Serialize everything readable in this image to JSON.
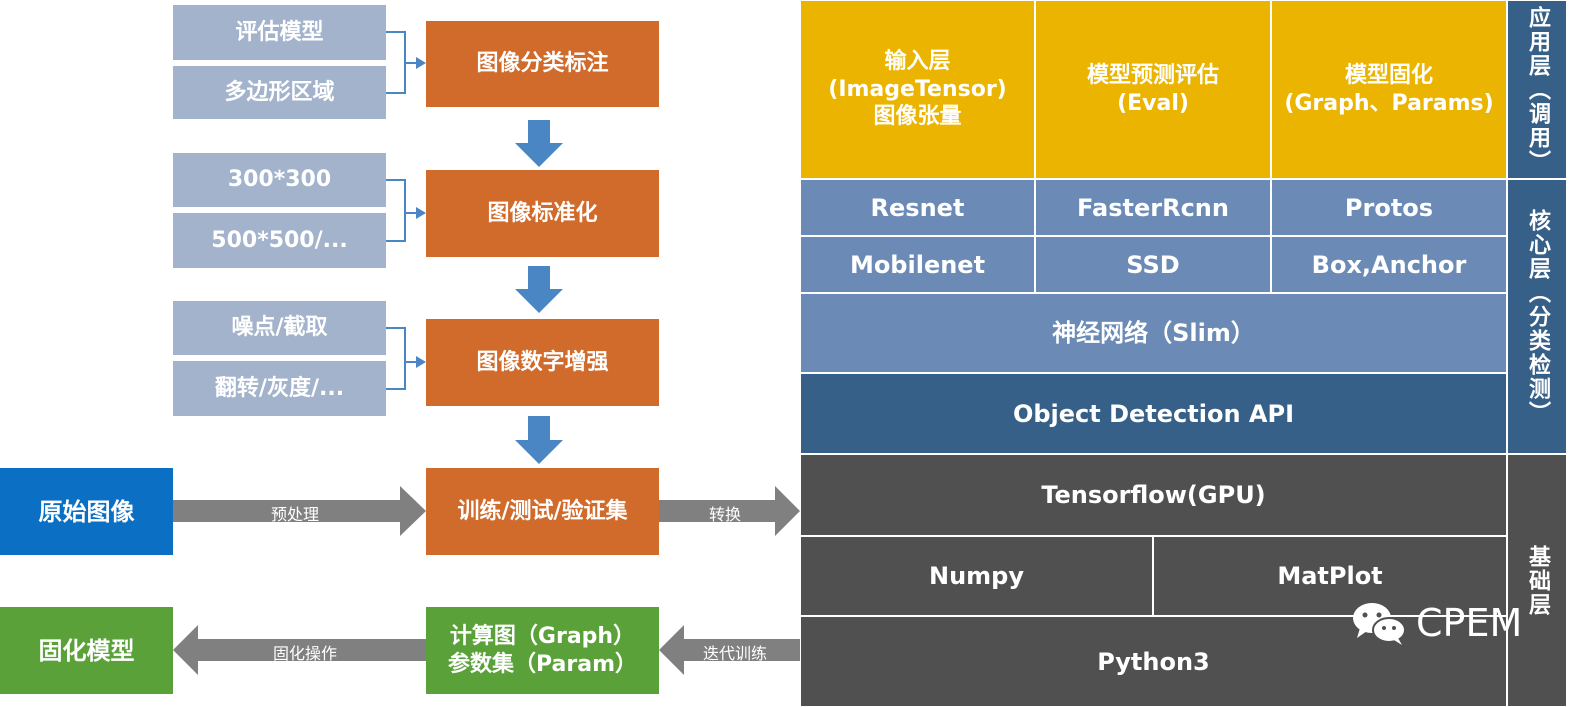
{
  "pipeline": {
    "inputs": [
      "评估模型",
      "多边形区域",
      "300*300",
      "500*500/...",
      "噪点/截取",
      "翻转/灰度/..."
    ],
    "steps": [
      "图像分类标注",
      "图像标准化",
      "图像数字增强",
      "训练/测试/验证集"
    ],
    "source": "原始图像",
    "preprocess_label": "预处理",
    "convert_label": "转换",
    "graph_line1": "计算图（Graph）",
    "graph_line2": "参数集（Param）",
    "iter_label": "迭代训练",
    "freeze_label": "固化操作",
    "final": "固化模型"
  },
  "stack": {
    "app": {
      "input_line1": "输入层",
      "input_line2": "(ImageTensor)",
      "input_line3": "图像张量",
      "eval_line1": "模型预测评估",
      "eval_line2": "(Eval)",
      "freeze_line1": "模型固化",
      "freeze_line2": "(Graph、Params)"
    },
    "core": {
      "row1": [
        "Resnet",
        "FasterRcnn",
        "Protos"
      ],
      "row2": [
        "Mobilenet",
        "SSD",
        "Box,Anchor"
      ],
      "slim": "神经网络（Slim）",
      "api": "Object Detection API"
    },
    "base": {
      "tf": "Tensorflow(GPU)",
      "numpy": "Numpy",
      "matplot": "MatPlot",
      "python": "Python3"
    },
    "side": {
      "app": "应用层（调用）",
      "core": "核心层（分类检测）",
      "base": "基础层"
    }
  },
  "brand": "CPEM",
  "colors": {
    "input_gray_blue": "#a3b3cc",
    "step_orange": "#d06b2b",
    "source_blue": "#0b6fc4",
    "final_green": "#5aa13a",
    "app_yellow": "#ebb400",
    "core_mid_blue": "#6b8bb6",
    "core_dark_blue": "#366087",
    "base_gray": "#505050",
    "arrow_blue": "#4a86c4",
    "arrow_gray": "#808080"
  },
  "icons": [
    "wechat-icon"
  ]
}
